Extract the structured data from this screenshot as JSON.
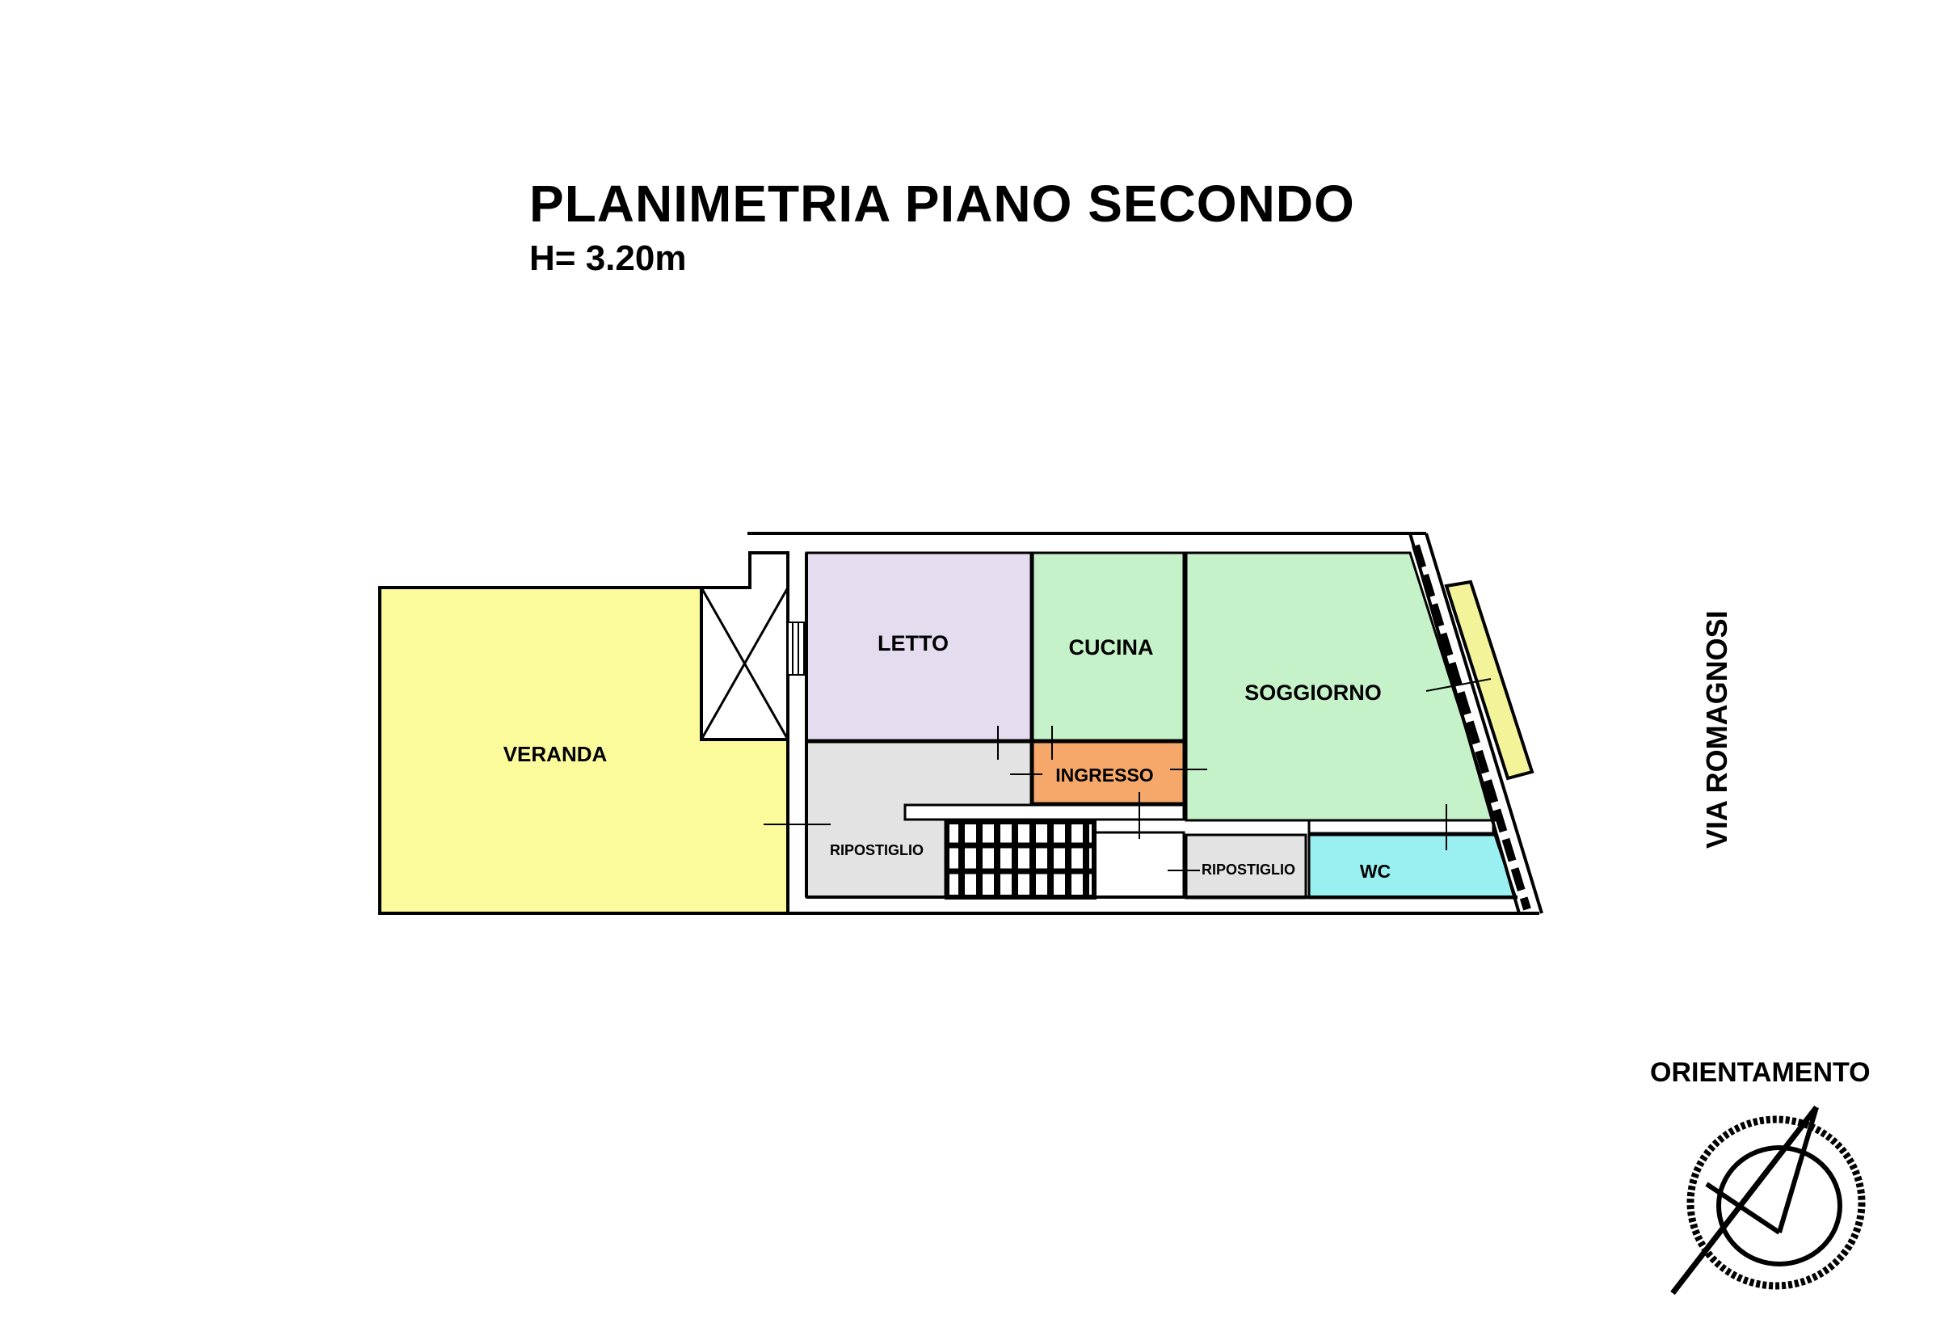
{
  "title": "PLANIMETRIA PIANO SECONDO",
  "subtitle": "H= 3.20m",
  "street": "VIA ROMAGNOSI",
  "orientation_label": "ORIENTAMENTO",
  "rooms": {
    "veranda": "VERANDA",
    "letto": "LETTO",
    "cucina": "CUCINA",
    "soggiorno": "SOGGIORNO",
    "ingresso": "INGRESSO",
    "ripostiglio_1": "RIPOSTIGLIO",
    "ripostiglio_2": "RIPOSTIGLIO",
    "wc": "WC"
  },
  "colors": {
    "veranda": "#fbfb9c",
    "letto": "#e6dcef",
    "cucina": "#c5f2c8",
    "soggiorno": "#c5f2c8",
    "ingresso": "#f6a86a",
    "ripostiglio": "#e3e3e3",
    "wc": "#9af0f0",
    "balcony": "#f3f39a",
    "wall": "#000000"
  },
  "icons": {
    "compass": "compass-rose-icon",
    "stairs": "stairs-icon",
    "shaft": "shaft-cross-icon"
  }
}
